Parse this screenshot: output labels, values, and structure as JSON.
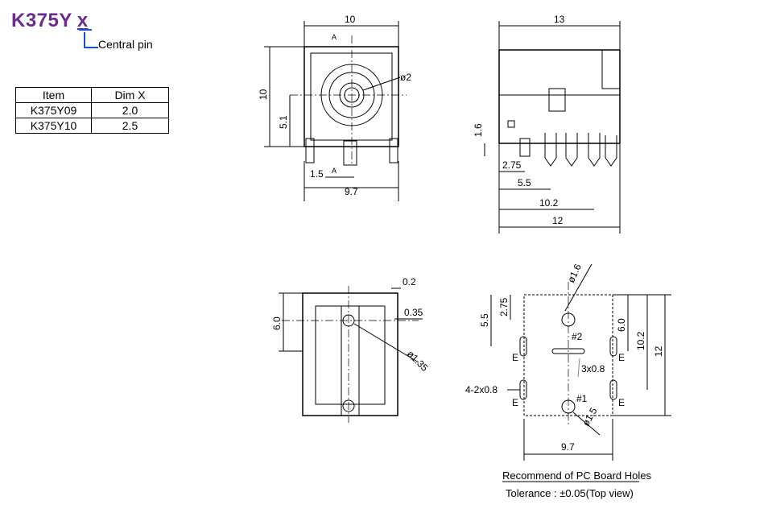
{
  "header": {
    "part": "K375Y",
    "variant": "x",
    "central_pin_label": "Central pin"
  },
  "table": {
    "headers": [
      "Item",
      "Dim X"
    ],
    "rows": [
      [
        "K375Y09",
        "2.0"
      ],
      [
        "K375Y10",
        "2.5"
      ]
    ]
  },
  "front_view": {
    "width": "10",
    "height": "10",
    "center_height": "5.1",
    "hole_diameter": "ø2",
    "pin_offset": "1.5",
    "base_width": "9.7",
    "section_mark": "A"
  },
  "side_view": {
    "overall_length": "13",
    "pin_height": "1.6",
    "dim_a": "2.75",
    "dim_b": "5.5",
    "dim_c": "10.2",
    "dim_d": "12"
  },
  "bottom_view": {
    "dim_top": "0.2",
    "dim_slot": "0.35",
    "dim_height": "6.0",
    "hole_diameter": "ø1.35"
  },
  "pcb_layout": {
    "hole_large": "ø1.6",
    "hole_small": "ø1.5",
    "dim_2_75": "2.75",
    "dim_5_5": "5.5",
    "dim_6_0": "6.0",
    "dim_10_2": "10.2",
    "dim_12": "12",
    "dim_9_7": "9.7",
    "slot_label": "3x0.8",
    "side_slots": "4-2x0.8",
    "pin2": "#2",
    "pin1": "#1",
    "earth": "E",
    "caption": "Recommend of PC Board Holes",
    "tolerance": "Tolerance : ±0.05(Top view)"
  },
  "colors": {
    "title": "#6a2a8e",
    "bracket": "#1a4bd6",
    "line": "#000000"
  }
}
